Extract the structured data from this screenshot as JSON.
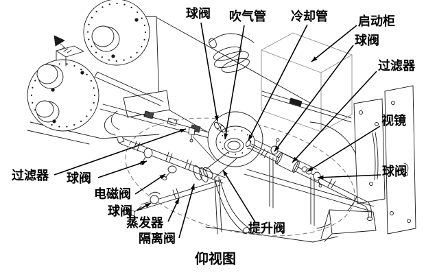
{
  "figure": {
    "caption": "仰视图",
    "labels": {
      "ball_valve_top": "球阀",
      "blow_pipe": "吹气管",
      "cooling_pipe": "冷却管",
      "starter_cabinet": "启动柜",
      "ball_valve_upper_right": "球阀",
      "filter_right": "过滤器",
      "sight_glass": "视镜",
      "ball_valve_right": "球阀",
      "filter_left": "过滤器",
      "ball_valve_left_1": "球阀",
      "solenoid_valve": "电磁阀",
      "ball_valve_left_2": "球阀",
      "evaporator": "蒸发器",
      "isolation_valve": "隔离阀",
      "lift_valve": "提升阀"
    },
    "colors": {
      "background": "#ffffff",
      "drawing_line": "#1a1a1a",
      "label_text": "#000000",
      "cabinet_line": "#909090",
      "hidden_line": "#666666"
    }
  }
}
